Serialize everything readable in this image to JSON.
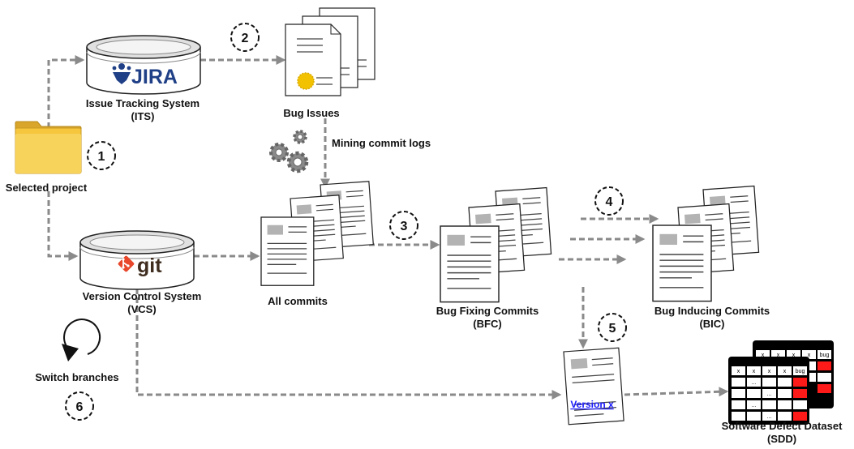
{
  "colors": {
    "arrow": "#8a8a8a",
    "folder": "#f6c63d",
    "jira_blue": "#1f3f86",
    "git_red": "#e8472b",
    "seal": "#f2c200",
    "version_link": "#1a1aff",
    "table_red": "#ff1a1a"
  },
  "labels": {
    "selected_project": "Selected project",
    "its_name": "Issue Tracking System",
    "its_abbr": "(ITS)",
    "bug_issues": "Bug Issues",
    "mining": "Mining commit logs",
    "vcs_name": "Version Control System",
    "vcs_abbr": "(VCS)",
    "all_commits": "All commits",
    "bfc_name": "Bug Fixing Commits",
    "bfc_abbr": "(BFC)",
    "bic_name": "Bug Inducing Commits",
    "bic_abbr": "(BIC)",
    "switch_branches": "Switch branches",
    "version": "Version x",
    "sdd_name": "Software Defect Dataset",
    "sdd_abbr": "(SDD)",
    "jira_logo": "JIRA",
    "git_logo": "git"
  },
  "steps": [
    "1",
    "2",
    "3",
    "4",
    "5",
    "6"
  ],
  "table": {
    "header": [
      "x",
      "x",
      "x",
      "x",
      "bug"
    ],
    "cell": "..."
  },
  "icons": [
    "folder-icon",
    "jira-database-icon",
    "git-database-icon",
    "gears-icon",
    "cycle-arrow-icon",
    "table-icon"
  ]
}
